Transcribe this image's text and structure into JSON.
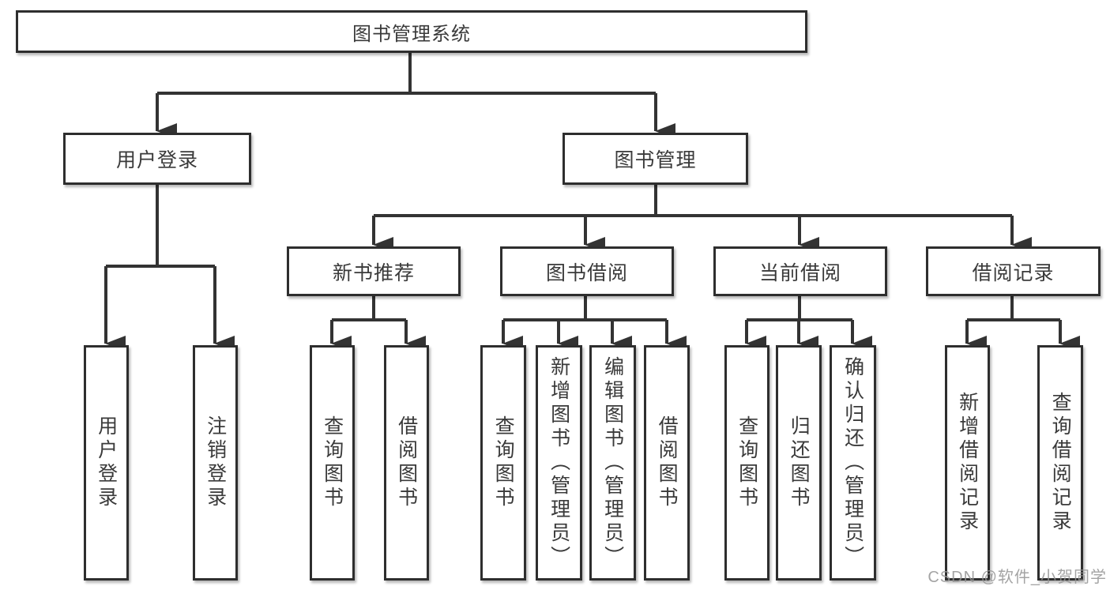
{
  "watermark": "CSDN @软件_小贺同学",
  "colors": {
    "line": "#333333",
    "box_border": "#2e2e2e",
    "text": "#3a3a3a",
    "background": "#ffffff",
    "watermark": "#949494"
  },
  "tree": {
    "root": "图书管理系统",
    "login": {
      "label": "用户登录",
      "children": [
        "用户登录",
        "注销登录"
      ]
    },
    "management": {
      "label": "图书管理",
      "sections": [
        {
          "label": "新书推荐",
          "children": [
            "查询图书",
            "借阅图书"
          ]
        },
        {
          "label": "图书借阅",
          "children": [
            "查询图书",
            "新增图书（管理员）",
            "编辑图书（管理员）",
            "借阅图书"
          ]
        },
        {
          "label": "当前借阅",
          "children": [
            "查询图书",
            "归还图书",
            "确认归还（管理员）"
          ]
        },
        {
          "label": "借阅记录",
          "children": [
            "新增借阅记录",
            "查询借阅记录"
          ]
        }
      ]
    }
  }
}
